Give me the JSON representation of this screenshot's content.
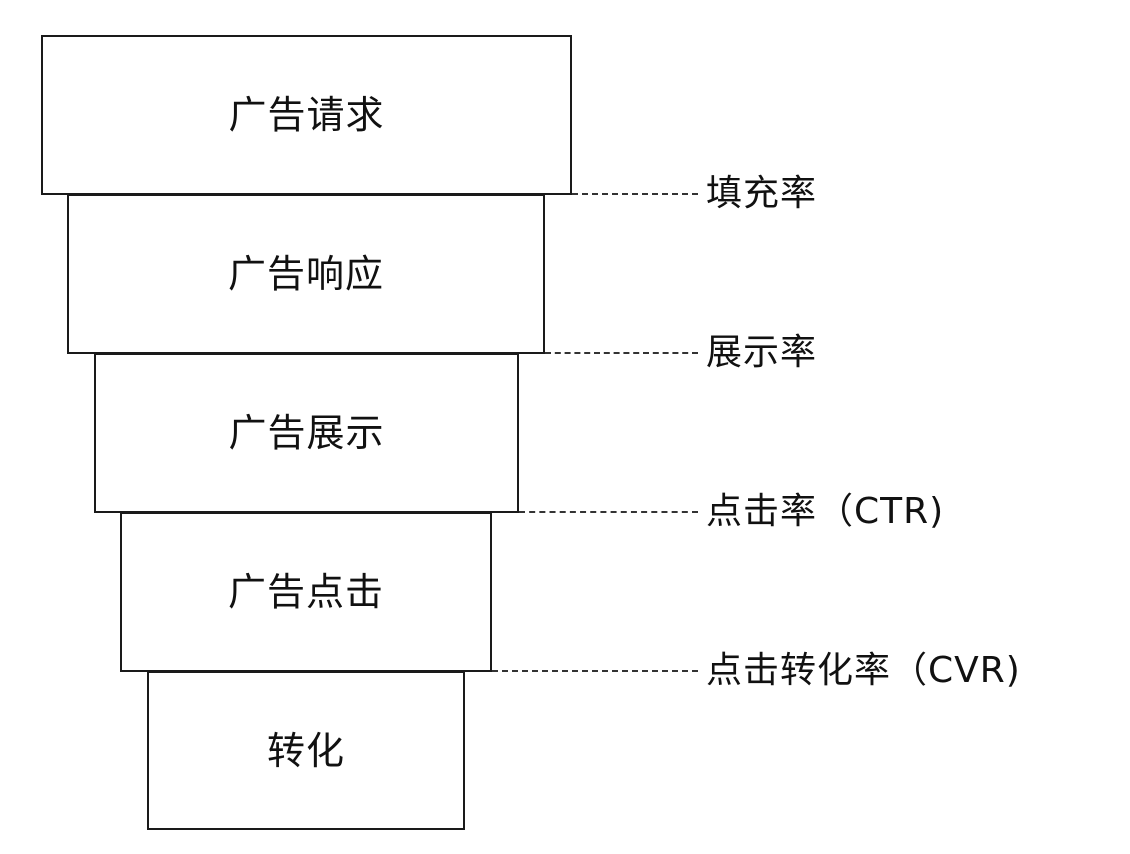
{
  "diagram": {
    "stages": [
      {
        "label": "广告请求"
      },
      {
        "label": "广告响应"
      },
      {
        "label": "广告展示"
      },
      {
        "label": "广告点击"
      },
      {
        "label": "转化"
      }
    ],
    "rates": [
      {
        "label": "填充率"
      },
      {
        "label": "展示率"
      },
      {
        "label": "点击率（CTR)"
      },
      {
        "label": "点击转化率（CVR)"
      }
    ],
    "colors": {
      "border": "#1a1a1a",
      "text": "#111111",
      "dash": "#333333",
      "background": "#ffffff"
    }
  }
}
